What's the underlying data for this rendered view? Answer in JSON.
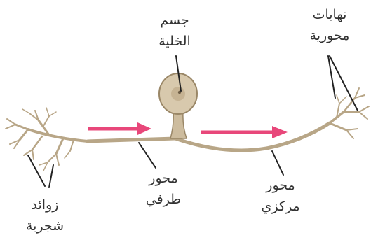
{
  "labels": {
    "cell_body": {
      "line1": "جسم",
      "line2": "الخلية"
    },
    "axon_terminals": {
      "line1": "نهايات",
      "line2": "محورية"
    },
    "peripheral_axon": {
      "line1": "محور",
      "line2": "طرفي"
    },
    "central_axon": {
      "line1": "محور",
      "line2": "مركزي"
    },
    "dendrites": {
      "line1": "زوائد",
      "line2": "شجرية"
    }
  },
  "colors": {
    "neuron_fill": "#c9b89a",
    "neuron_stroke": "#8f7c5f",
    "soma_fill": "#d8c9ad",
    "arrow": "#e8477a",
    "leader_line": "#222222",
    "text": "#333333"
  }
}
